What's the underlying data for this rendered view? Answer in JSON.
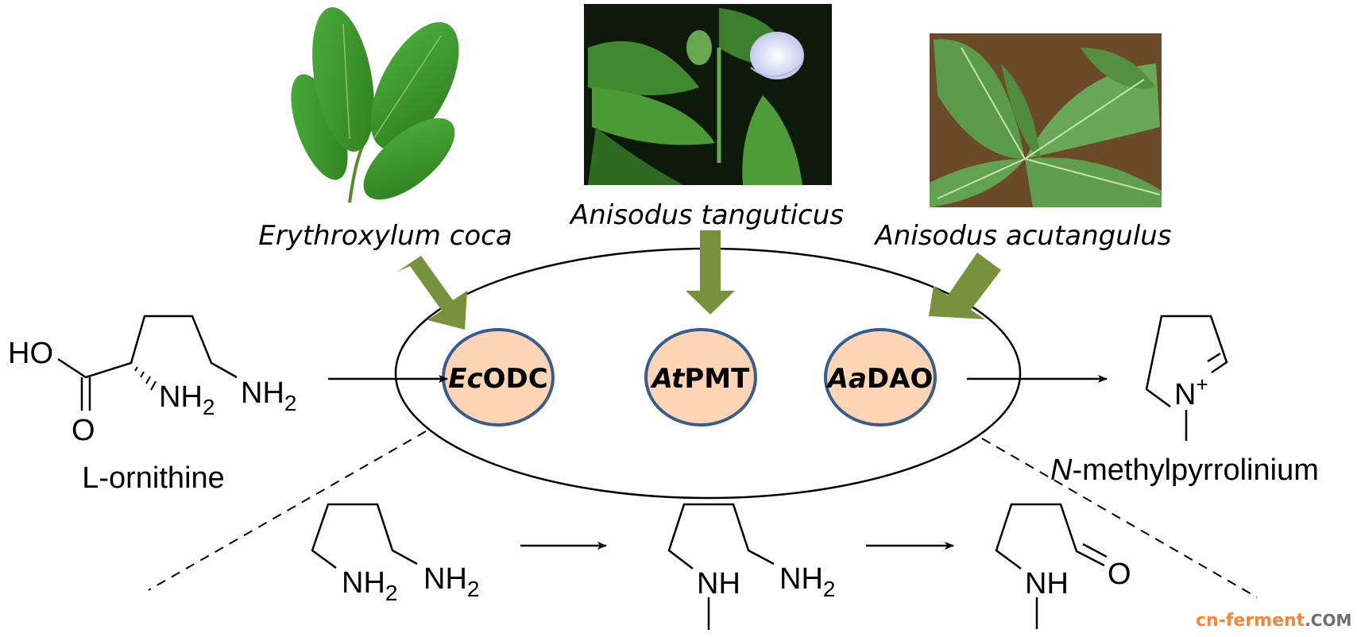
{
  "figure": {
    "type": "biosynthetic-pathway",
    "subject": "Engineered N-methylpyrrolinium pathway"
  },
  "plants": [
    {
      "name_part1": "Erythroxylum",
      "name_part2": "coca",
      "photo": "coca-leaves-photo"
    },
    {
      "name_part1": "Anisodus",
      "name_part2": "tanguticus",
      "photo": "anisodus-tanguticus-flower-photo"
    },
    {
      "name_part1": "Anisodus",
      "name_part2": "acutangulus",
      "photo": "anisodus-acutangulus-leaves-photo"
    }
  ],
  "enzymes": [
    {
      "prefix": "Ec",
      "name": "ODC"
    },
    {
      "prefix": "At",
      "name": "PMT"
    },
    {
      "prefix": "Aa",
      "name": "DAO"
    }
  ],
  "substrate": {
    "label": "L-ornithine",
    "atoms": {
      "ho": "HO",
      "o": "O",
      "nh": "NH",
      "sub2": "2"
    }
  },
  "product": {
    "label_italic": "N",
    "label_rest": "-methylpyrrolinium",
    "atoms": {
      "n": "N",
      "charge": "+"
    }
  },
  "intermediates": [
    {
      "atoms": [
        "NH",
        "2",
        "NH",
        "2"
      ]
    },
    {
      "atoms": [
        "NH",
        "NH",
        "2"
      ]
    },
    {
      "atoms": [
        "NH",
        "O"
      ]
    }
  ],
  "colors": {
    "arrow_green": "#76923c",
    "enzyme_fill": "#fbd5b5",
    "enzyme_border": "#385d8a",
    "line": "#000000",
    "watermark_orange": "#f0883e",
    "watermark_gray": "#6e6e6e"
  },
  "watermark": {
    "part1": "cn-ferment",
    "part2": ".COM"
  }
}
